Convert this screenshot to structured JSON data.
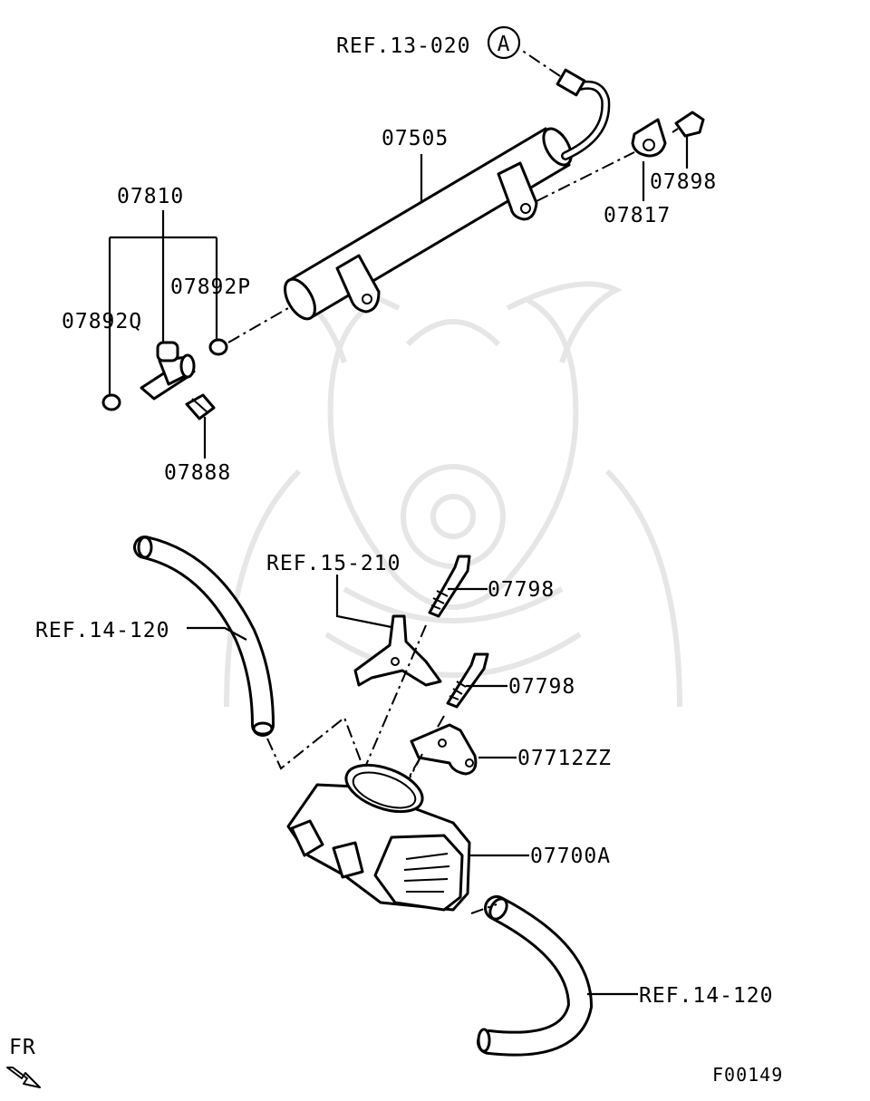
{
  "diagram_id": "F00149",
  "direction_label": "FR",
  "callout_a": "A",
  "refs": {
    "ref_fuel_line": "REF.13-020",
    "ref_bracket": "REF.15-210",
    "ref_hose_left": "REF.14-120",
    "ref_hose_right": "REF.14-120"
  },
  "parts": {
    "fuel_rail": "07505",
    "injector": "07810",
    "oring_p": "07892P",
    "oring_q": "07892Q",
    "clip": "07888",
    "insulator": "07817",
    "bolt_rail": "07898",
    "bolt_upper": "07798",
    "bolt_lower": "07798",
    "gasket": "07712ZZ",
    "throttle_body": "07700A"
  },
  "colors": {
    "line": "#000000",
    "watermark": "#e6e6e6",
    "background": "#ffffff"
  }
}
